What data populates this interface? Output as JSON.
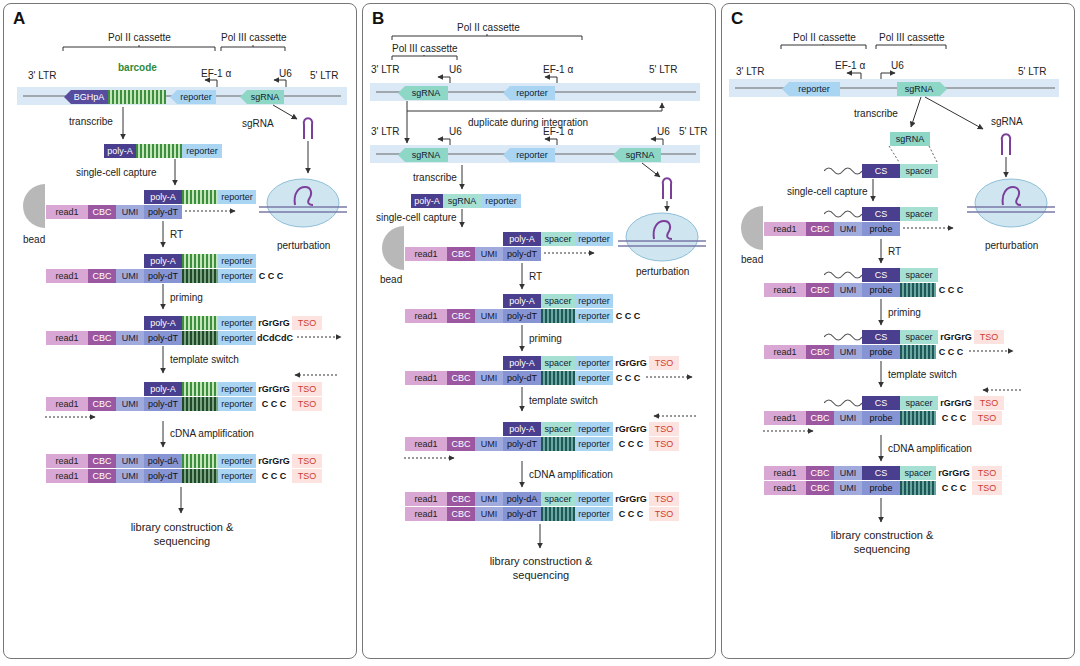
{
  "diagram": {
    "nodes": [
      {
        "text": [
          "A"
        ]
      },
      {
        "text": [
          "B"
        ]
      },
      {
        "text": [
          "C"
        ]
      },
      {
        "text": [
          "BGHpA"
        ],
        "in": 0
      },
      {
        "text": [
          "reporter"
        ],
        "in": 0
      },
      {
        "text": [
          "sgRNA"
        ],
        "in": 0
      },
      {
        "text": [
          "poly-A"
        ],
        "in": 0
      },
      {
        "text": [
          "reporter"
        ],
        "in": 0
      },
      {
        "text": [
          "poly-A"
        ],
        "in": 0
      },
      {
        "text": [
          "reporter"
        ],
        "in": 0
      },
      {
        "text": [
          "read1"
        ],
        "in": 0
      },
      {
        "text": [
          "CBC"
        ],
        "in": 0
      },
      {
        "text": [
          "UMI"
        ],
        "in": 0
      },
      {
        "text": [
          "poly-dT"
        ],
        "in": 0
      },
      {
        "text": [
          "poly-A"
        ],
        "in": 0
      },
      {
        "text": [
          "reporter"
        ],
        "in": 0
      },
      {
        "text": [
          "read1"
        ],
        "in": 0
      },
      {
        "text": [
          "CBC"
        ],
        "in": 0
      },
      {
        "text": [
          "UMI"
        ],
        "in": 0
      },
      {
        "text": [
          "poly-dT"
        ],
        "in": 0
      },
      {
        "text": [
          "reporter"
        ],
        "in": 0
      },
      {
        "text": [
          "poly-A"
        ],
        "in": 0
      },
      {
        "text": [
          "reporter"
        ],
        "in": 0
      },
      {
        "text": [
          "TSO"
        ],
        "in": 0
      },
      {
        "text": [
          "read1"
        ],
        "in": 0
      },
      {
        "text": [
          "CBC"
        ],
        "in": 0
      },
      {
        "text": [
          "UMI"
        ],
        "in": 0
      },
      {
        "text": [
          "poly-dT"
        ],
        "in": 0
      },
      {
        "text": [
          "reporter"
        ],
        "in": 0
      },
      {
        "text": [
          "poly-A"
        ],
        "in": 0
      },
      {
        "text": [
          "reporter"
        ],
        "in": 0
      },
      {
        "text": [
          "TSO"
        ],
        "in": 0
      },
      {
        "text": [
          "read1"
        ],
        "in": 0
      },
      {
        "text": [
          "CBC"
        ],
        "in": 0
      },
      {
        "text": [
          "UMI"
        ],
        "in": 0
      },
      {
        "text": [
          "poly-dT"
        ],
        "in": 0
      },
      {
        "text": [
          "reporter"
        ],
        "in": 0
      },
      {
        "text": [
          "TSO"
        ],
        "in": 0
      },
      {
        "text": [
          "read1"
        ],
        "in": 0
      },
      {
        "text": [
          "CBC"
        ],
        "in": 0
      },
      {
        "text": [
          "UMI"
        ],
        "in": 0
      },
      {
        "text": [
          "poly-dA"
        ],
        "in": 0
      },
      {
        "text": [
          "reporter"
        ],
        "in": 0
      },
      {
        "text": [
          "TSO"
        ],
        "in": 0
      },
      {
        "text": [
          "read1"
        ],
        "in": 0
      },
      {
        "text": [
          "CBC"
        ],
        "in": 0
      },
      {
        "text": [
          "UMI"
        ],
        "in": 0
      },
      {
        "text": [
          "poly-dT"
        ],
        "in": 0
      },
      {
        "text": [
          "reporter"
        ],
        "in": 0
      },
      {
        "text": [
          "TSO"
        ],
        "in": 0
      },
      {
        "text": [
          "sgRNA"
        ],
        "in": 1
      },
      {
        "text": [
          "reporter"
        ],
        "in": 1
      },
      {
        "text": [
          "sgRNA"
        ],
        "in": 1
      },
      {
        "text": [
          "reporter"
        ],
        "in": 1
      },
      {
        "text": [
          "sgRNA"
        ],
        "in": 1
      },
      {
        "text": [
          "poly-A"
        ],
        "in": 1
      },
      {
        "text": [
          "sgRNA"
        ],
        "in": 1
      },
      {
        "text": [
          "reporter"
        ],
        "in": 1
      },
      {
        "text": [
          "poly-A"
        ],
        "in": 1
      },
      {
        "text": [
          "spacer"
        ],
        "in": 1
      },
      {
        "text": [
          "reporter"
        ],
        "in": 1
      },
      {
        "text": [
          "read1"
        ],
        "in": 1
      },
      {
        "text": [
          "CBC"
        ],
        "in": 1
      },
      {
        "text": [
          "UMI"
        ],
        "in": 1
      },
      {
        "text": [
          "poly-dT"
        ],
        "in": 1
      },
      {
        "text": [
          "poly-A"
        ],
        "in": 1
      },
      {
        "text": [
          "spacer"
        ],
        "in": 1
      },
      {
        "text": [
          "reporter"
        ],
        "in": 1
      },
      {
        "text": [
          "read1"
        ],
        "in": 1
      },
      {
        "text": [
          "CBC"
        ],
        "in": 1
      },
      {
        "text": [
          "UMI"
        ],
        "in": 1
      },
      {
        "text": [
          "poly-dT"
        ],
        "in": 1
      },
      {
        "text": [
          "reporter"
        ],
        "in": 1
      },
      {
        "text": [
          "poly-A"
        ],
        "in": 1
      },
      {
        "text": [
          "spacer"
        ],
        "in": 1
      },
      {
        "text": [
          "reporter"
        ],
        "in": 1
      },
      {
        "text": [
          "TSO"
        ],
        "in": 1
      },
      {
        "text": [
          "read1"
        ],
        "in": 1
      },
      {
        "text": [
          "CBC"
        ],
        "in": 1
      },
      {
        "text": [
          "UMI"
        ],
        "in": 1
      },
      {
        "text": [
          "poly-dT"
        ],
        "in": 1
      },
      {
        "text": [
          "reporter"
        ],
        "in": 1
      },
      {
        "text": [
          "poly-A"
        ],
        "in": 1
      },
      {
        "text": [
          "spacer"
        ],
        "in": 1
      },
      {
        "text": [
          "reporter"
        ],
        "in": 1
      },
      {
        "text": [
          "TSO"
        ],
        "in": 1
      },
      {
        "text": [
          "read1"
        ],
        "in": 1
      },
      {
        "text": [
          "CBC"
        ],
        "in": 1
      },
      {
        "text": [
          "UMI"
        ],
        "in": 1
      },
      {
        "text": [
          "poly-dT"
        ],
        "in": 1
      },
      {
        "text": [
          "reporter"
        ],
        "in": 1
      },
      {
        "text": [
          "TSO"
        ],
        "in": 1
      },
      {
        "text": [
          "read1"
        ],
        "in": 1
      },
      {
        "text": [
          "CBC"
        ],
        "in": 1
      },
      {
        "text": [
          "UMI"
        ],
        "in": 1
      },
      {
        "text": [
          "poly-dA"
        ],
        "in": 1
      },
      {
        "text": [
          "spacer"
        ],
        "in": 1
      },
      {
        "text": [
          "reporter"
        ],
        "in": 1
      },
      {
        "text": [
          "TSO"
        ],
        "in": 1
      },
      {
        "text": [
          "read1"
        ],
        "in": 1
      },
      {
        "text": [
          "CBC"
        ],
        "in": 1
      },
      {
        "text": [
          "UMI"
        ],
        "in": 1
      },
      {
        "text": [
          "poly-dT"
        ],
        "in": 1
      },
      {
        "text": [
          "reporter"
        ],
        "in": 1
      },
      {
        "text": [
          "TSO"
        ],
        "in": 1
      },
      {
        "text": [
          "reporter"
        ],
        "in": 2
      },
      {
        "text": [
          "sgRNA"
        ],
        "in": 2
      },
      {
        "text": [
          "sgRNA"
        ],
        "in": 2
      },
      {
        "text": [
          "CS"
        ],
        "in": 2
      },
      {
        "text": [
          "spacer"
        ],
        "in": 2
      },
      {
        "text": [
          "CS"
        ],
        "in": 2
      },
      {
        "text": [
          "spacer"
        ],
        "in": 2
      },
      {
        "text": [
          "read1"
        ],
        "in": 2
      },
      {
        "text": [
          "CBC"
        ],
        "in": 2
      },
      {
        "text": [
          "UMI"
        ],
        "in": 2
      },
      {
        "text": [
          "probe"
        ],
        "in": 2
      },
      {
        "text": [
          "CS"
        ],
        "in": 2
      },
      {
        "text": [
          "spacer"
        ],
        "in": 2
      },
      {
        "text": [
          "read1"
        ],
        "in": 2
      },
      {
        "text": [
          "CBC"
        ],
        "in": 2
      },
      {
        "text": [
          "UMI"
        ],
        "in": 2
      },
      {
        "text": [
          "probe"
        ],
        "in": 2
      },
      {
        "text": [
          "CS"
        ],
        "in": 2
      },
      {
        "text": [
          "spacer"
        ],
        "in": 2
      },
      {
        "text": [
          "TSO"
        ],
        "in": 2
      },
      {
        "text": [
          "read1"
        ],
        "in": 2
      },
      {
        "text": [
          "CBC"
        ],
        "in": 2
      },
      {
        "text": [
          "UMI"
        ],
        "in": 2
      },
      {
        "text": [
          "probe"
        ],
        "in": 2
      },
      {
        "text": [
          "CS"
        ],
        "in": 2
      },
      {
        "text": [
          "spacer"
        ],
        "in": 2
      },
      {
        "text": [
          "TSO"
        ],
        "in": 2
      },
      {
        "text": [
          "read1"
        ],
        "in": 2
      },
      {
        "text": [
          "CBC"
        ],
        "in": 2
      },
      {
        "text": [
          "UMI"
        ],
        "in": 2
      },
      {
        "text": [
          "probe"
        ],
        "in": 2
      },
      {
        "text": [
          "TSO"
        ],
        "in": 2
      },
      {
        "text": [
          "read1"
        ],
        "in": 2
      },
      {
        "text": [
          "CBC"
        ],
        "in": 2
      },
      {
        "text": [
          "UMI"
        ],
        "in": 2
      },
      {
        "text": [
          "CS"
        ],
        "in": 2
      },
      {
        "text": [
          "spacer"
        ],
        "in": 2
      },
      {
        "text": [
          "TSO"
        ],
        "in": 2
      },
      {
        "text": [
          "read1"
        ],
        "in": 2
      },
      {
        "text": [
          "CBC"
        ],
        "in": 2
      },
      {
        "text": [
          "UMI"
        ],
        "in": 2
      },
      {
        "text": [
          "probe"
        ],
        "in": 2
      },
      {
        "text": [
          "TSO"
        ],
        "in": 2
      }
    ],
    "labels": [
      "Pol II cassette",
      "Pol III cassette",
      "3' LTR",
      "barcode",
      "EF-1 α",
      "U6",
      "5' LTR",
      "transcribe",
      "sgRNA",
      "single-cell capture",
      "perturbation",
      "bead",
      "RT",
      "C C C",
      "priming",
      "rGrGrG",
      "dCdCdC",
      "template switch",
      "rGrGrG",
      "C C C",
      "cDNA amplification",
      "rGrGrG",
      "C C C",
      "library construction & sequencing",
      "Pol II cassette",
      "Pol III cassette",
      "3' LTR",
      "U6",
      "EF-1 α",
      "5' LTR",
      "duplicate during integration",
      "3' LTR",
      "U6",
      "EF-1 α",
      "U6",
      "5' LTR",
      "transcribe",
      "single-cell capture",
      "perturbation",
      "bead",
      "RT",
      "C C C",
      "priming",
      "rGrGrG",
      "C C C",
      "template switch",
      "rGrGrG",
      "C C C",
      "cDNA amplification",
      "rGrGrG",
      "C C C",
      "library construction & sequencing",
      "Pol II cassette",
      "Pol III cassette",
      "3' LTR",
      "EF-1 α",
      "U6",
      "5' LTR",
      "transcribe",
      "sgRNA",
      "single-cell capture",
      "perturbation",
      "bead",
      "RT",
      "C C C",
      "priming",
      "rGrGrG",
      "C C C",
      "template switch",
      "rGrGrG",
      "C C C",
      "cDNA amplification",
      "rGrGrG",
      "C C C",
      "library construction & sequencing"
    ]
  }
}
